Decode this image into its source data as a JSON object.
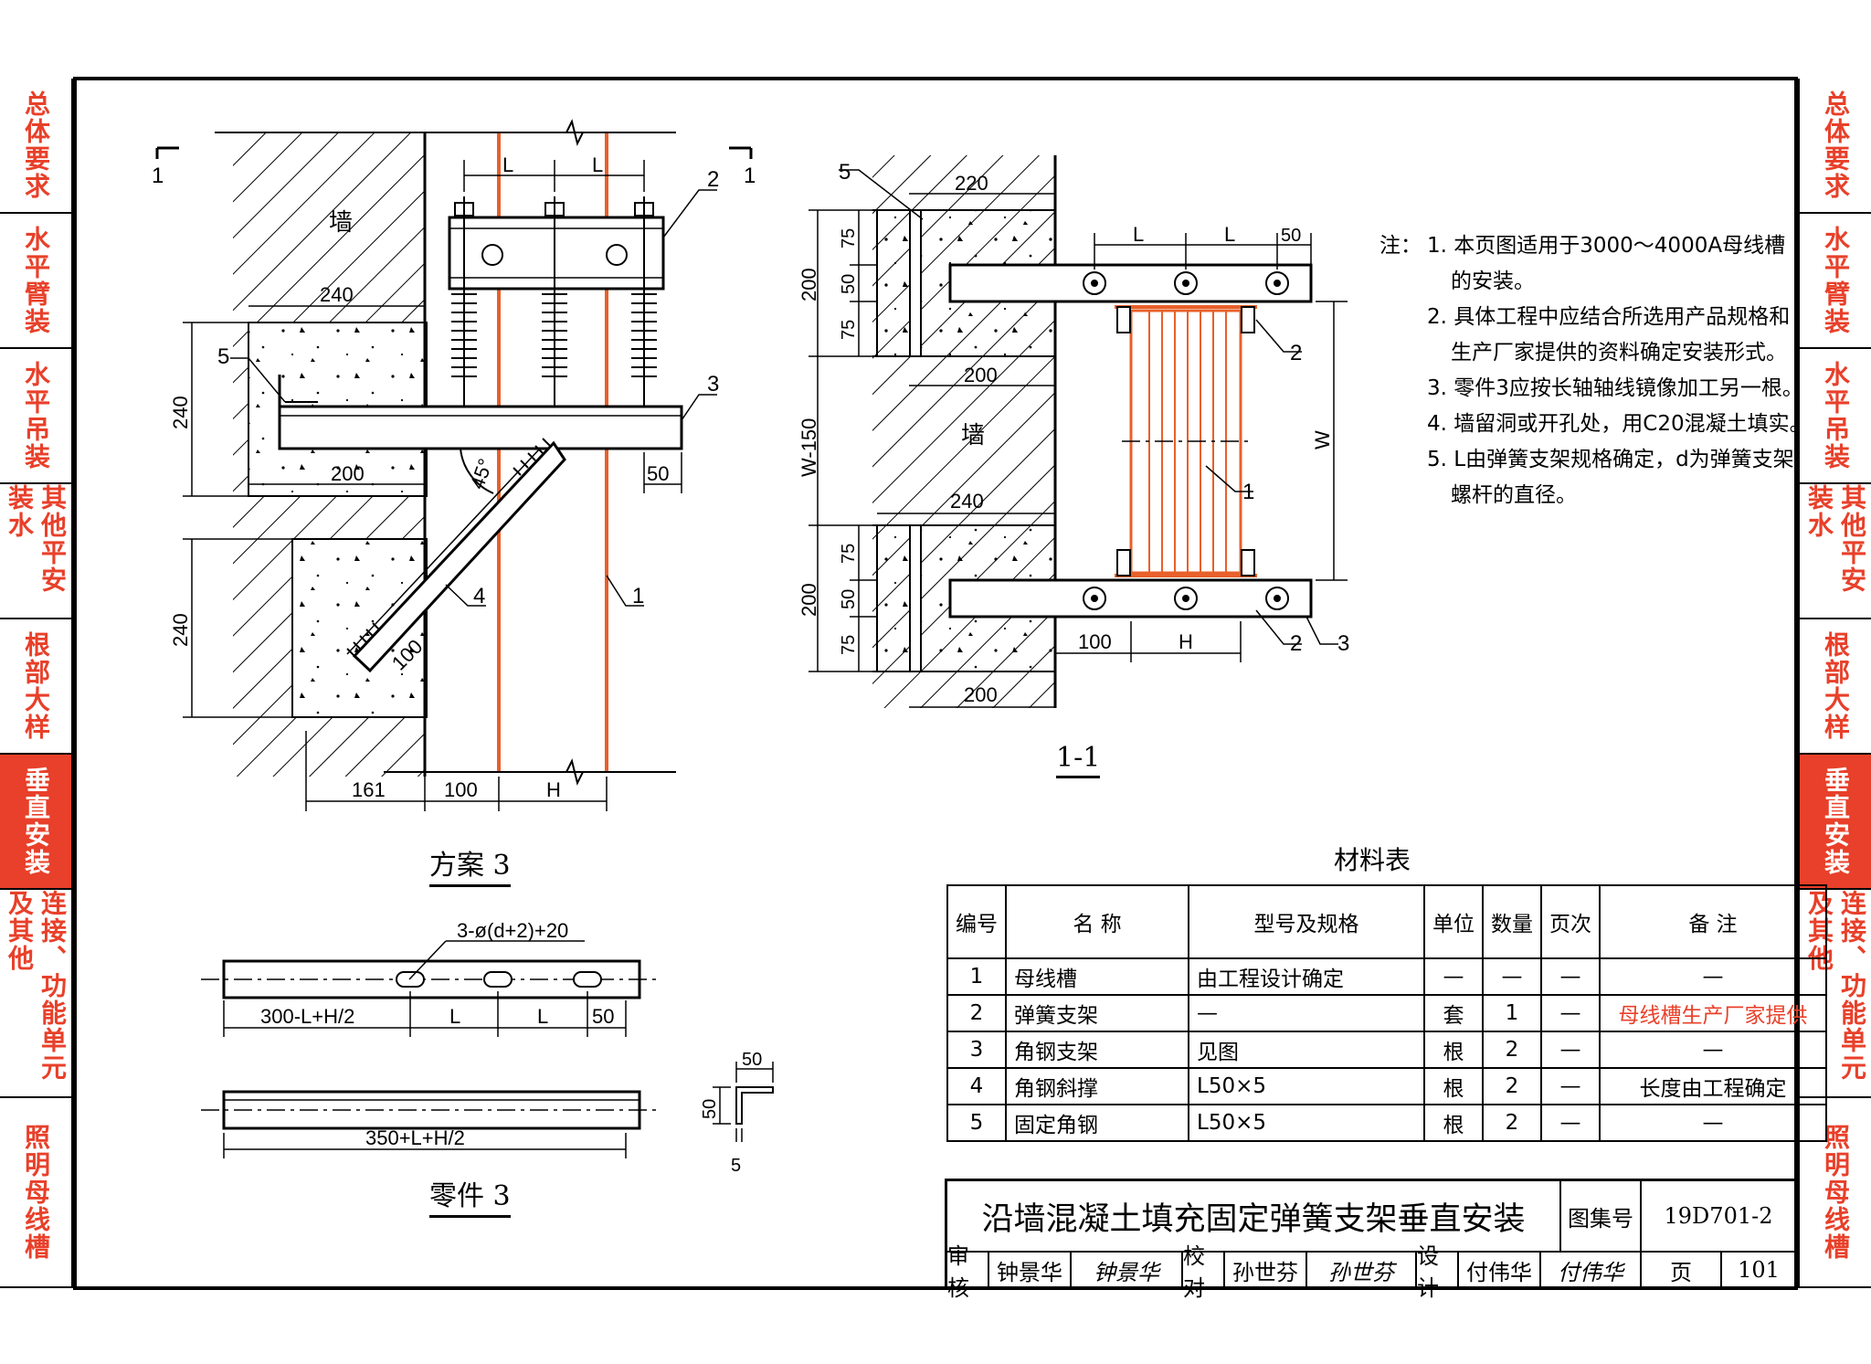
{
  "side_tabs": [
    {
      "text": "总体要求",
      "active": false
    },
    {
      "text": "水平臂装",
      "active": false
    },
    {
      "text": "水平吊装",
      "active": false
    },
    {
      "text": "其他平安装水",
      "active": false
    },
    {
      "text": "根部大样",
      "active": false
    },
    {
      "text": "垂直安装",
      "active": true
    },
    {
      "text": "连接、功能单元及其他",
      "active": false
    },
    {
      "text": "照明母线槽",
      "active": false
    }
  ],
  "drawing": {
    "section_marks": [
      "1",
      "1"
    ],
    "wall_label": "墙",
    "scheme_title": "方案 3",
    "section_title": "1-1",
    "part_title": "零件 3",
    "dims_left": {
      "d240_top": "240",
      "d240_side": "240",
      "d240_side2": "240",
      "d200": "200",
      "d45": "45°",
      "d50": "50",
      "d100": "100",
      "d161": "161",
      "d100b": "100",
      "dH": "H",
      "dL1": "L",
      "dL2": "L"
    },
    "callouts_left": [
      "5",
      "2",
      "3",
      "4",
      "1"
    ],
    "dims_right": {
      "d220": "220",
      "d75a": "75",
      "d50a": "50",
      "d75b": "75",
      "d200a": "200",
      "dW150": "W-150",
      "d200b": "200",
      "d240": "240",
      "d75c": "75",
      "d50b": "50",
      "d75d": "75",
      "d200c": "200",
      "d200d": "200",
      "d100": "100",
      "dH": "H",
      "dL1": "L",
      "dL2": "L",
      "d50": "50",
      "dW": "W"
    },
    "callouts_right": [
      "5",
      "2",
      "1",
      "2",
      "3"
    ],
    "part_dims": {
      "holes": "3-ø(d+2)+20",
      "a": "300-L+H/2",
      "L1": "L",
      "L2": "L",
      "e": "50",
      "total": "350+L+H/2",
      "angle_w": "50",
      "angle_h": "50",
      "angle_t": "5"
    }
  },
  "notes": {
    "head": "注：",
    "lines": [
      {
        "n": "1.",
        "text": "本页图适用于3000～4000A母线槽"
      },
      {
        "n": "",
        "text": "的安装。"
      },
      {
        "n": "2.",
        "text": "具体工程中应结合所选用产品规格和"
      },
      {
        "n": "",
        "text": "生产厂家提供的资料确定安装形式。"
      },
      {
        "n": "3.",
        "text": "零件3应按长轴轴线镜像加工另一根。"
      },
      {
        "n": "4.",
        "text": "墙留洞或开孔处，用C20混凝土填实。"
      },
      {
        "n": "5.",
        "text": "L由弹簧支架规格确定，d为弹簧支架"
      },
      {
        "n": "",
        "text": "螺杆的直径。"
      }
    ]
  },
  "material_table": {
    "title": "材料表",
    "headers": [
      "编号",
      "名 称",
      "型号及规格",
      "单位",
      "数量",
      "页次",
      "备 注"
    ],
    "rows": [
      [
        "1",
        "母线槽",
        "由工程设计确定",
        "—",
        "—",
        "—",
        "—"
      ],
      [
        "2",
        "弹簧支架",
        "—",
        "套",
        "1",
        "—",
        "母线槽生产厂家提供"
      ],
      [
        "3",
        "角钢支架",
        "见图",
        "根",
        "2",
        "—",
        "—"
      ],
      [
        "4",
        "角钢斜撑",
        "L50×5",
        "根",
        "2",
        "—",
        "长度由工程确定"
      ],
      [
        "5",
        "固定角钢",
        "L50×5",
        "根",
        "2",
        "—",
        "—"
      ]
    ]
  },
  "title_block": {
    "title": "沿墙混凝土填充固定弹簧支架垂直安装",
    "atlas_label": "图集号",
    "atlas_no": "19D701-2",
    "review_label": "审核",
    "reviewer": "钟景华",
    "reviewer_sig": "钟景华",
    "check_label": "校对",
    "checker": "孙世芬",
    "checker_sig": "孙世芬",
    "design_label": "设计",
    "designer": "付伟华",
    "designer_sig": "付伟华",
    "page_label": "页",
    "page_no": "101"
  },
  "colors": {
    "accent": "#e8402a",
    "busbar": "#e8602a"
  }
}
